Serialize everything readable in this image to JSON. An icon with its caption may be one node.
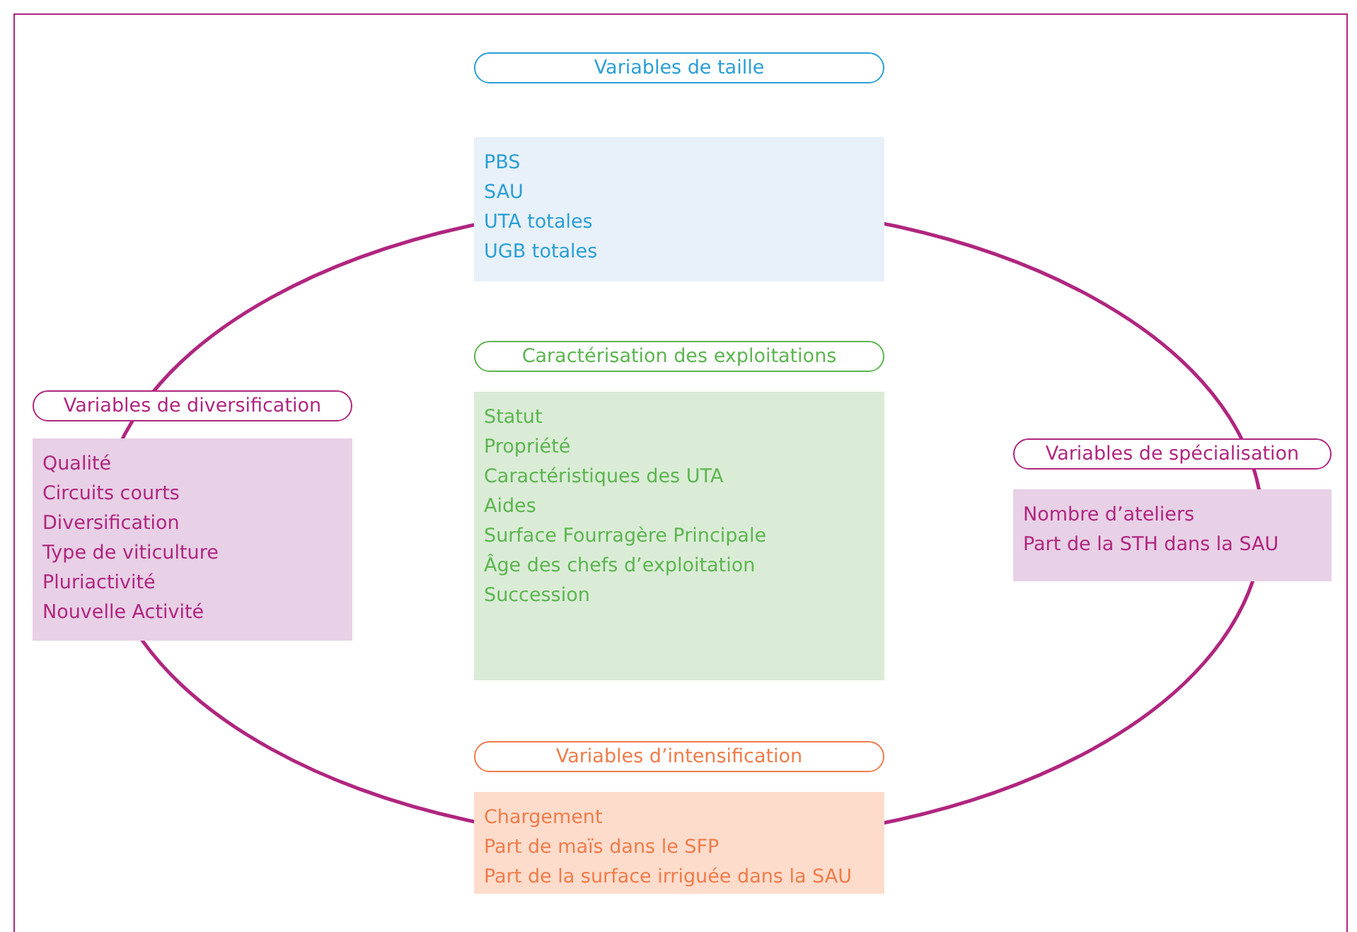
{
  "diagram": {
    "nodes": [
      {
        "text": [
          "Variables de taille"
        ]
      },
      {
        "text": [
          "PBS",
          "SAU",
          "UTA totales",
          "UGB totales"
        ]
      },
      {
        "text": [
          "Caractérisation des exploitations"
        ]
      },
      {
        "text": [
          "Statut",
          "Propriété",
          "Caractéristiques des UTA",
          "Aides",
          "Surface Fourragère Principale",
          "Âge des chefs d’exploitation",
          "Succession"
        ]
      },
      {
        "text": [
          "Variables de diversification"
        ]
      },
      {
        "text": [
          "Qualité",
          "Circuits courts",
          "Diversification",
          "Type de viticulture",
          "Pluriactivité",
          "Nouvelle Activité"
        ]
      },
      {
        "text": [
          "Variables de spécialisation"
        ]
      },
      {
        "text": [
          "Nombre d’ateliers",
          "Part de la STH dans la SAU"
        ]
      },
      {
        "text": [
          "Variables d’intensification"
        ]
      },
      {
        "text": [
          "Chargement",
          "Part de maïs dans le SFP",
          "Part de la surface irriguée dans la SAU"
        ]
      }
    ]
  }
}
